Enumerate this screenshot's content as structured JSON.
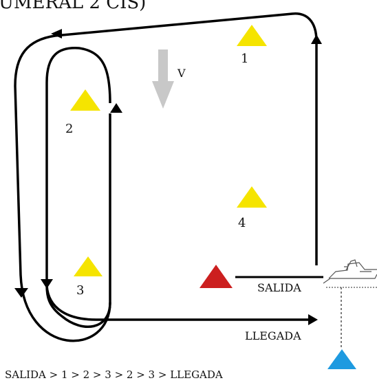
{
  "diagram": {
    "title_fragment": "UMERAL 2 CIS)",
    "wind_label": "V",
    "buoys": [
      {
        "label": "1",
        "color": "#f5e400"
      },
      {
        "label": "2",
        "color": "#f5e400"
      },
      {
        "label": "3",
        "color": "#f5e400"
      },
      {
        "label": "4",
        "color": "#f5e400"
      }
    ],
    "start_mark_color": "#cc1f1f",
    "committee_mark_color": "#1e9ae0",
    "start_label": "SALIDA",
    "finish_label": "LLEGADA",
    "sequence": "SALIDA > 1 > 2 > 3 > 2 > 3 > LLEGADA",
    "colors": {
      "course_line": "#000000",
      "wind_arrow": "#c8c8c8"
    }
  }
}
